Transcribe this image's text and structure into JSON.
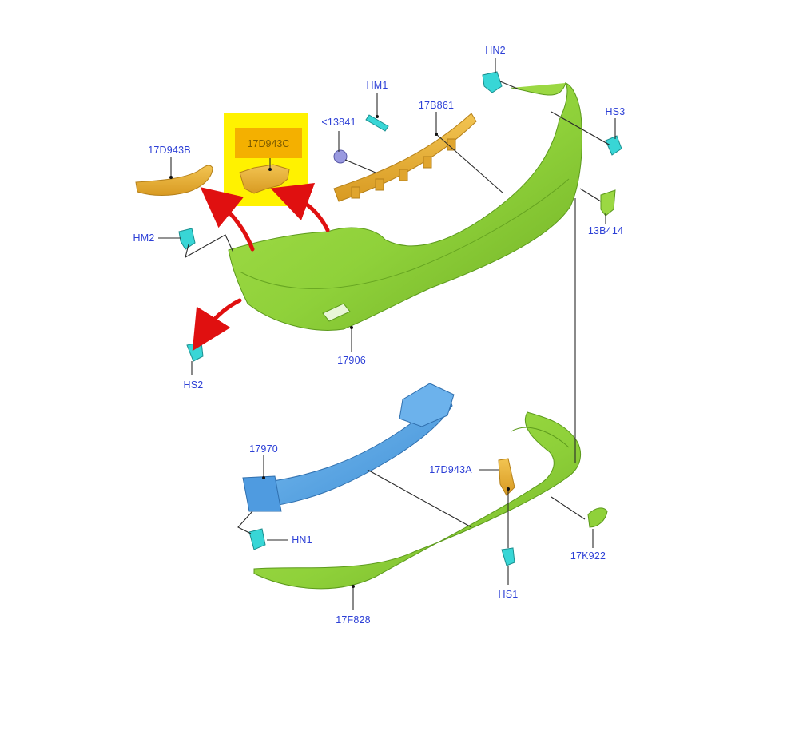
{
  "diagram": {
    "labels": {
      "hn2": "HN2",
      "hm1": "HM1",
      "hs3": "HS3",
      "b861": "17B861",
      "p13841": "<13841",
      "d943c": "17D943C",
      "d943b": "17D943B",
      "hm2": "HM2",
      "b414": "13B414",
      "p17906": "17906",
      "hs2": "HS2",
      "p17970": "17970",
      "d943a": "17D943A",
      "hn1": "HN1",
      "k922": "17K922",
      "hs1": "HS1",
      "f828": "17F828"
    },
    "colors": {
      "bumper": "#8fd13a",
      "bumper_shade": "#6fae24",
      "bracket": "#e8b33a",
      "beam": "#5aa5e8",
      "clip": "#38d6d6",
      "highlight": "#fff200",
      "highlight_inner": "#f4b000",
      "arrow": "#e01010"
    }
  }
}
